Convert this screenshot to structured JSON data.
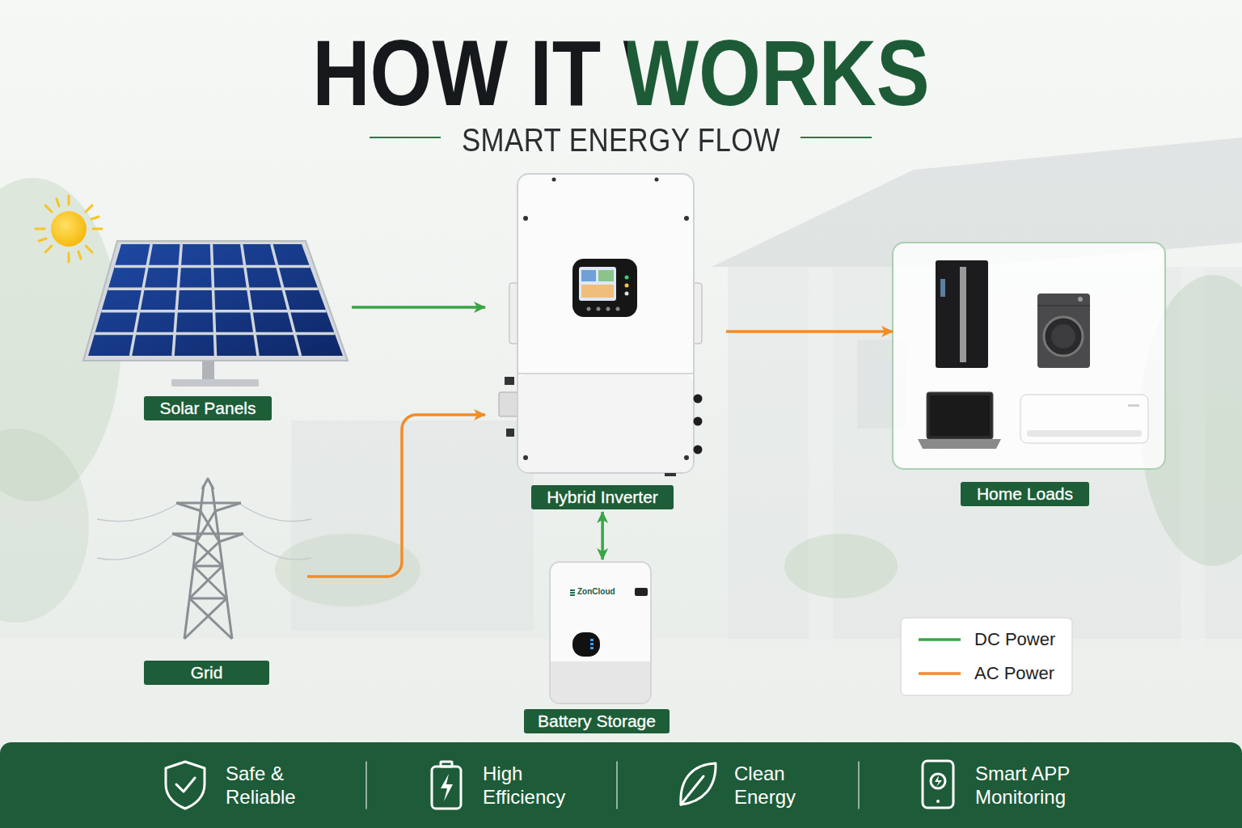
{
  "diagram": {
    "title": "HOW IT WORKS",
    "nodes": [
      {
        "text": [
          "Solar Panels"
        ]
      },
      {
        "text": [
          "Hybrid Inverter"
        ]
      },
      {
        "text": [
          "Home Loads"
        ]
      },
      {
        "text": [
          "Grid"
        ]
      },
      {
        "text": [
          "Battery Storage"
        ]
      },
      {
        "text": [
          "Safe & Reliable",
          "High Efficiency",
          "Clean Energy",
          "Smart APP Monitoring"
        ]
      }
    ],
    "edges": [
      {
        "from": 0,
        "to": 1,
        "arrow": "to"
      },
      {
        "from": 3,
        "to": 1,
        "arrow": "to"
      },
      {
        "from": 1,
        "to": 2,
        "arrow": "to"
      },
      {
        "from": 1,
        "to": 4,
        "arrow": "both"
      }
    ],
    "labels": [
      "SMART ENERGY FLOW",
      "ZonCloud"
    ],
    "legend": [
      {
        "text": "DC Power"
      },
      {
        "text": "AC Power"
      }
    ]
  }
}
